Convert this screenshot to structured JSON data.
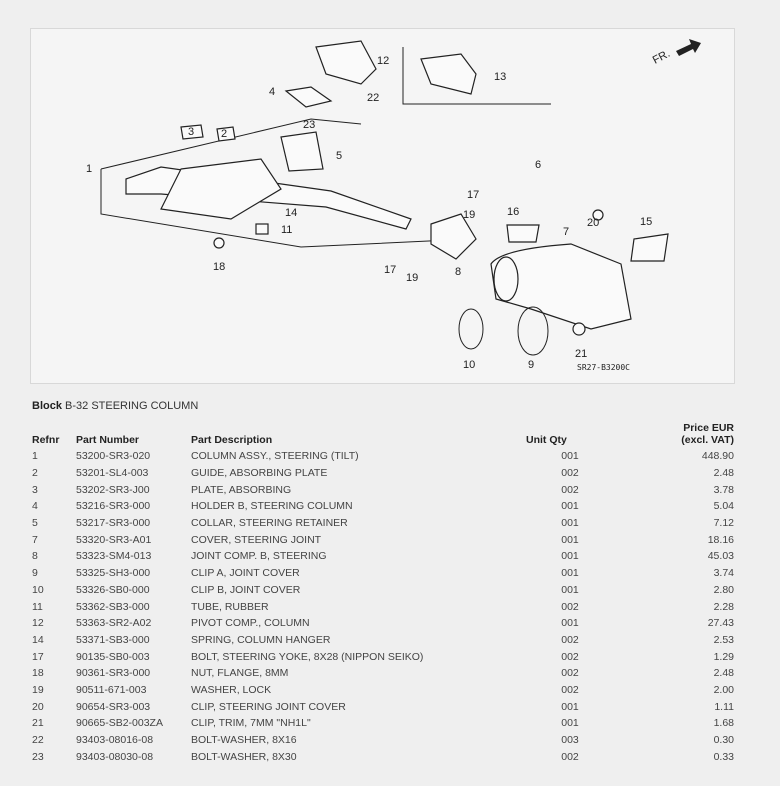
{
  "diagram": {
    "code": "SR27-B3200C",
    "direction_label": "FR.",
    "callouts": [
      "1",
      "2",
      "3",
      "4",
      "5",
      "6",
      "7",
      "8",
      "9",
      "10",
      "11",
      "12",
      "13",
      "14",
      "15",
      "16",
      "17",
      "17",
      "18",
      "19",
      "19",
      "20",
      "21",
      "22",
      "23"
    ]
  },
  "block": {
    "label": "Block",
    "value": "B-32 STEERING COLUMN"
  },
  "table": {
    "headers": {
      "refnr": "Refnr",
      "part_number": "Part Number",
      "description": "Part Description",
      "qty": "Unit Qty",
      "price_line1": "Price EUR",
      "price_line2": "(excl. VAT)"
    },
    "rows": [
      {
        "ref": "1",
        "pn": "53200-SR3-020",
        "desc": "COLUMN ASSY., STEERING (TILT)",
        "qty": "001",
        "price": "448.90"
      },
      {
        "ref": "2",
        "pn": "53201-SL4-003",
        "desc": "GUIDE, ABSORBING PLATE",
        "qty": "002",
        "price": "2.48"
      },
      {
        "ref": "3",
        "pn": "53202-SR3-J00",
        "desc": "PLATE, ABSORBING",
        "qty": "002",
        "price": "3.78"
      },
      {
        "ref": "4",
        "pn": "53216-SR3-000",
        "desc": "HOLDER B, STEERING COLUMN",
        "qty": "001",
        "price": "5.04"
      },
      {
        "ref": "5",
        "pn": "53217-SR3-000",
        "desc": "COLLAR, STEERING RETAINER",
        "qty": "001",
        "price": "7.12"
      },
      {
        "ref": "7",
        "pn": "53320-SR3-A01",
        "desc": "COVER, STEERING JOINT",
        "qty": "001",
        "price": "18.16"
      },
      {
        "ref": "8",
        "pn": "53323-SM4-013",
        "desc": "JOINT COMP. B, STEERING",
        "qty": "001",
        "price": "45.03"
      },
      {
        "ref": "9",
        "pn": "53325-SH3-000",
        "desc": "CLIP A, JOINT COVER",
        "qty": "001",
        "price": "3.74"
      },
      {
        "ref": "10",
        "pn": "53326-SB0-000",
        "desc": "CLIP B, JOINT COVER",
        "qty": "001",
        "price": "2.80"
      },
      {
        "ref": "11",
        "pn": "53362-SB3-000",
        "desc": "TUBE, RUBBER",
        "qty": "002",
        "price": "2.28"
      },
      {
        "ref": "12",
        "pn": "53363-SR2-A02",
        "desc": "PIVOT COMP., COLUMN",
        "qty": "001",
        "price": "27.43"
      },
      {
        "ref": "14",
        "pn": "53371-SB3-000",
        "desc": "SPRING, COLUMN HANGER",
        "qty": "002",
        "price": "2.53"
      },
      {
        "ref": "17",
        "pn": "90135-SB0-003",
        "desc": "BOLT, STEERING YOKE, 8X28 (NIPPON SEIKO)",
        "qty": "002",
        "price": "1.29"
      },
      {
        "ref": "18",
        "pn": "90361-SR3-000",
        "desc": "NUT, FLANGE, 8MM",
        "qty": "002",
        "price": "2.48"
      },
      {
        "ref": "19",
        "pn": "90511-671-003",
        "desc": "WASHER, LOCK",
        "qty": "002",
        "price": "2.00"
      },
      {
        "ref": "20",
        "pn": "90654-SR3-003",
        "desc": "CLIP, STEERING JOINT COVER",
        "qty": "001",
        "price": "1.11"
      },
      {
        "ref": "21",
        "pn": "90665-SB2-003ZA",
        "desc": "CLIP, TRIM, 7MM \"NH1L\"",
        "qty": "001",
        "price": "1.68"
      },
      {
        "ref": "22",
        "pn": "93403-08016-08",
        "desc": "BOLT-WASHER, 8X16",
        "qty": "003",
        "price": "0.30"
      },
      {
        "ref": "23",
        "pn": "93403-08030-08",
        "desc": "BOLT-WASHER, 8X30",
        "qty": "002",
        "price": "0.33"
      }
    ]
  }
}
